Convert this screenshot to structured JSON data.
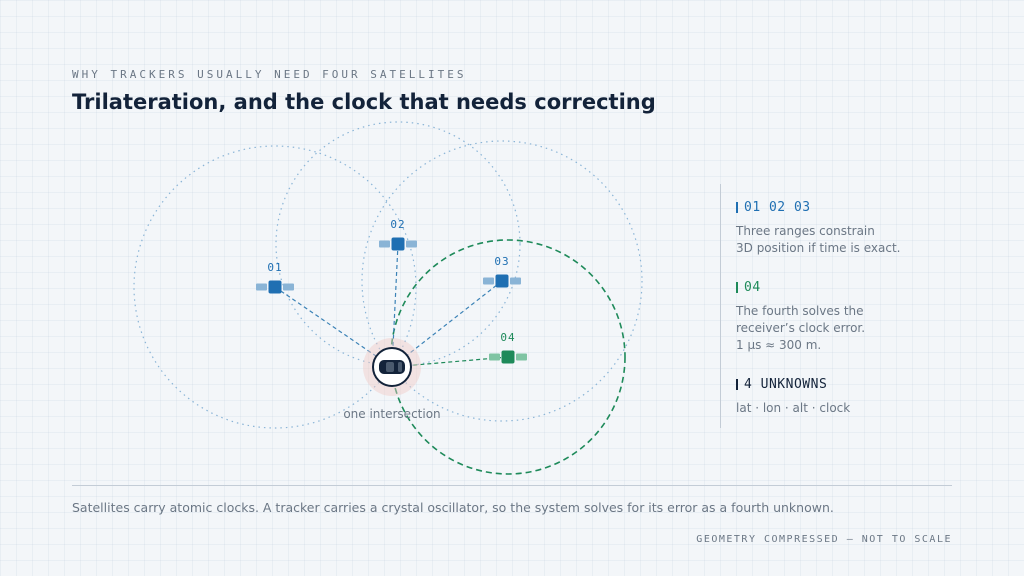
{
  "header": {
    "eyebrow": "WHY TRACKERS USUALLY NEED FOUR SATELLITES",
    "title": "Trilateration, and the clock that needs correcting"
  },
  "diagram": {
    "satellites": [
      {
        "label": "01",
        "kind": "position",
        "color": "#1f6fb2"
      },
      {
        "label": "02",
        "kind": "position",
        "color": "#1f6fb2"
      },
      {
        "label": "03",
        "kind": "position",
        "color": "#1f6fb2"
      },
      {
        "label": "04",
        "kind": "clock",
        "color": "#1e8a5a"
      }
    ],
    "receiver_icon": "car-icon",
    "intersection_label": "one intersection"
  },
  "sidebar": {
    "sections": [
      {
        "heading": "01 02 03",
        "text": "Three ranges constrain\n3D position if time is exact.",
        "color": "#1f6fb2"
      },
      {
        "heading": "04",
        "text": "The fourth solves the\nreceiver’s clock error.\n1 µs ≈ 300 m.",
        "color": "#1e8a5a"
      },
      {
        "heading": "4 UNKNOWNS",
        "text": "lat · lon · alt · clock",
        "color": "#13233a"
      }
    ]
  },
  "footer": {
    "note": "Satellites carry atomic clocks. A tracker carries a crystal oscillator, so the system solves for its error as a fourth unknown.",
    "scale_note": "GEOMETRY COMPRESSED — NOT TO SCALE"
  },
  "colors": {
    "position": "#1f6fb2",
    "position_light": "#8ab4d6",
    "clock": "#1e8a5a",
    "clock_light": "#7fc4a3",
    "ink": "#13233a",
    "muted": "#6b7785"
  }
}
